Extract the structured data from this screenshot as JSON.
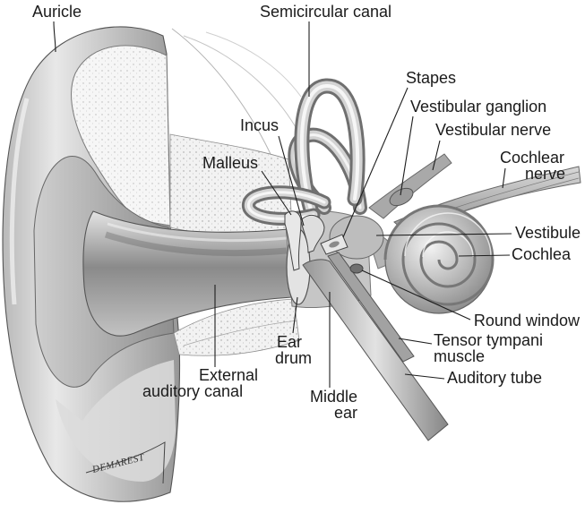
{
  "labels": {
    "auricle": "Auricle",
    "semicircular_canal": "Semicircular canal",
    "stapes": "Stapes",
    "vestibular_ganglion": "Vestibular ganglion",
    "incus": "Incus",
    "vestibular_nerve": "Vestibular nerve",
    "malleus": "Malleus",
    "cochlear_nerve": [
      "Cochlear",
      "nerve"
    ],
    "vestibule": "Vestibule",
    "cochlea": "Cochlea",
    "round_window": "Round window",
    "tensor_tympani_muscle": [
      "Tensor tympani",
      "muscle"
    ],
    "ear_drum": [
      "Ear",
      "drum"
    ],
    "auditory_tube": "Auditory tube",
    "external_auditory_canal": [
      "External",
      "auditory canal"
    ],
    "middle_ear": [
      "Middle",
      "ear"
    ]
  },
  "signature": "DEMAREST"
}
